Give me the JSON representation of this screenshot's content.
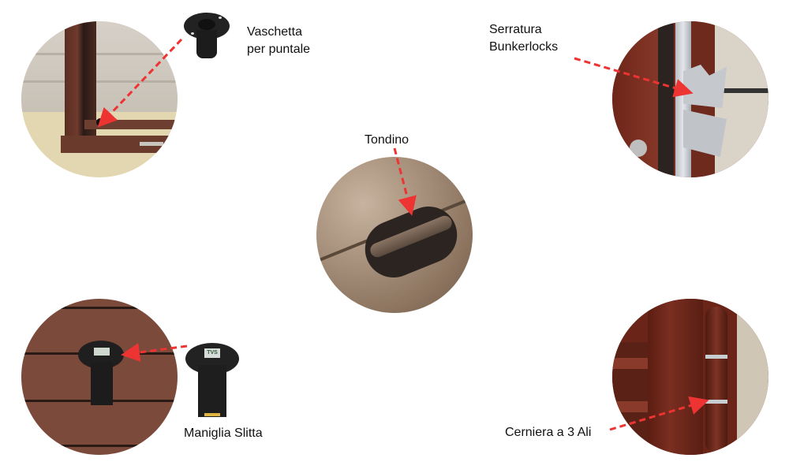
{
  "callouts": [
    {
      "id": "vaschetta",
      "label_lines": [
        "Vaschetta",
        "per puntale"
      ]
    },
    {
      "id": "serratura",
      "label_lines": [
        "Serratura",
        "Bunkerlocks"
      ]
    },
    {
      "id": "tondino",
      "label_lines": [
        "Tondino"
      ]
    },
    {
      "id": "maniglia",
      "label_lines": [
        "Maniglia Slitta"
      ]
    },
    {
      "id": "cerniera",
      "label_lines": [
        "Cerniera a 3 Ali"
      ]
    }
  ],
  "handle_logo": "TVS",
  "colors": {
    "arrow": "#ee3333",
    "door_brown": "#6b2a1e",
    "wall": "#cfc8bd",
    "floor": "#e3d7b2",
    "metal_bronze": "#9a7d62",
    "zinc": "#c9ccd1",
    "handle_black": "#1f1f1f"
  }
}
